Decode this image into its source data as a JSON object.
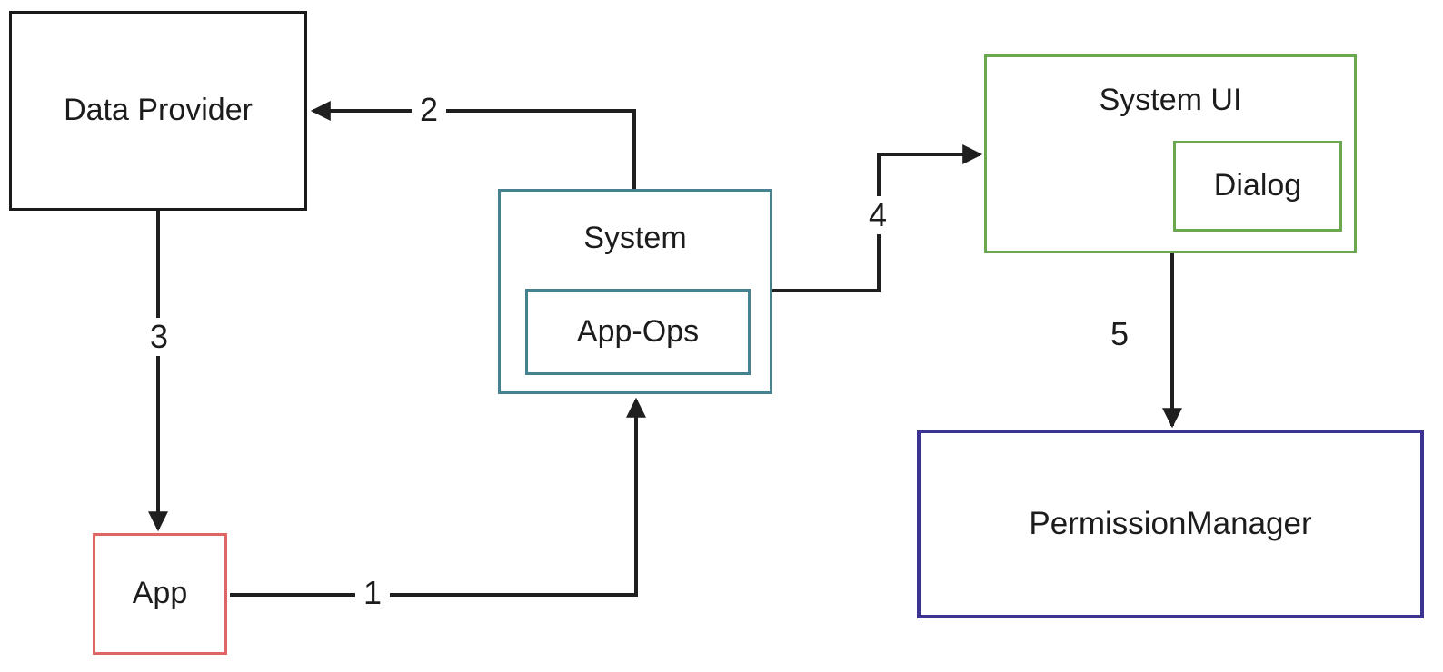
{
  "colors": {
    "arrow": "#1f1f1f",
    "data_provider_border": "#1a1a1a",
    "system_border": "#45818e",
    "system_ui_border": "#6aa84f",
    "permission_manager_border": "#3d3393",
    "app_border": "#e06666",
    "text": "#1c1c1c",
    "background": "#ffffff"
  },
  "nodes": {
    "data_provider": {
      "label": "Data Provider",
      "border_color": "#1a1a1a"
    },
    "system": {
      "label": "System",
      "border_color": "#45818e"
    },
    "app_ops": {
      "label": "App-Ops",
      "border_color": "#45818e"
    },
    "system_ui": {
      "label": "System UI",
      "border_color": "#6aa84f"
    },
    "dialog": {
      "label": "Dialog",
      "border_color": "#6aa84f"
    },
    "permission_manager": {
      "label": "PermissionManager",
      "border_color": "#3d3393"
    },
    "app": {
      "label": "App",
      "border_color": "#e06666"
    }
  },
  "edges": [
    {
      "label": "1",
      "from": "App",
      "to": "System"
    },
    {
      "label": "2",
      "from": "System",
      "to": "Data Provider"
    },
    {
      "label": "3",
      "from": "Data Provider",
      "to": "App"
    },
    {
      "label": "4",
      "from": "System",
      "to": "System UI"
    },
    {
      "label": "5",
      "from": "System UI",
      "to": "PermissionManager"
    }
  ]
}
